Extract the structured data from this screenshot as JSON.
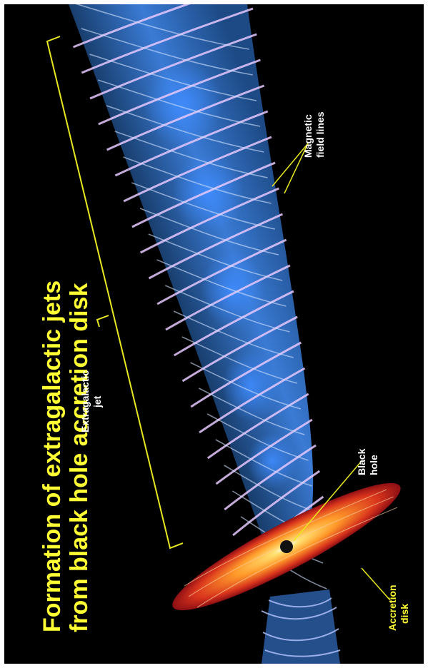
{
  "title": {
    "line1": "Formation of extragalactic jets",
    "line2": "from black hole accretion disk"
  },
  "labels": {
    "jet": [
      "Extragalactic",
      "jet"
    ],
    "magnetic": [
      "Magnetic",
      "field lines"
    ],
    "black_hole": [
      "Black",
      "hole"
    ],
    "accretion": [
      "Accretion",
      "disk"
    ]
  },
  "colors": {
    "background": "#000000",
    "text": "#ffff33",
    "jet": "#3a7bd5",
    "field_lines": "#e6c8ff",
    "disk_outer": "#b31818",
    "disk_inner": "#ffd23a"
  }
}
